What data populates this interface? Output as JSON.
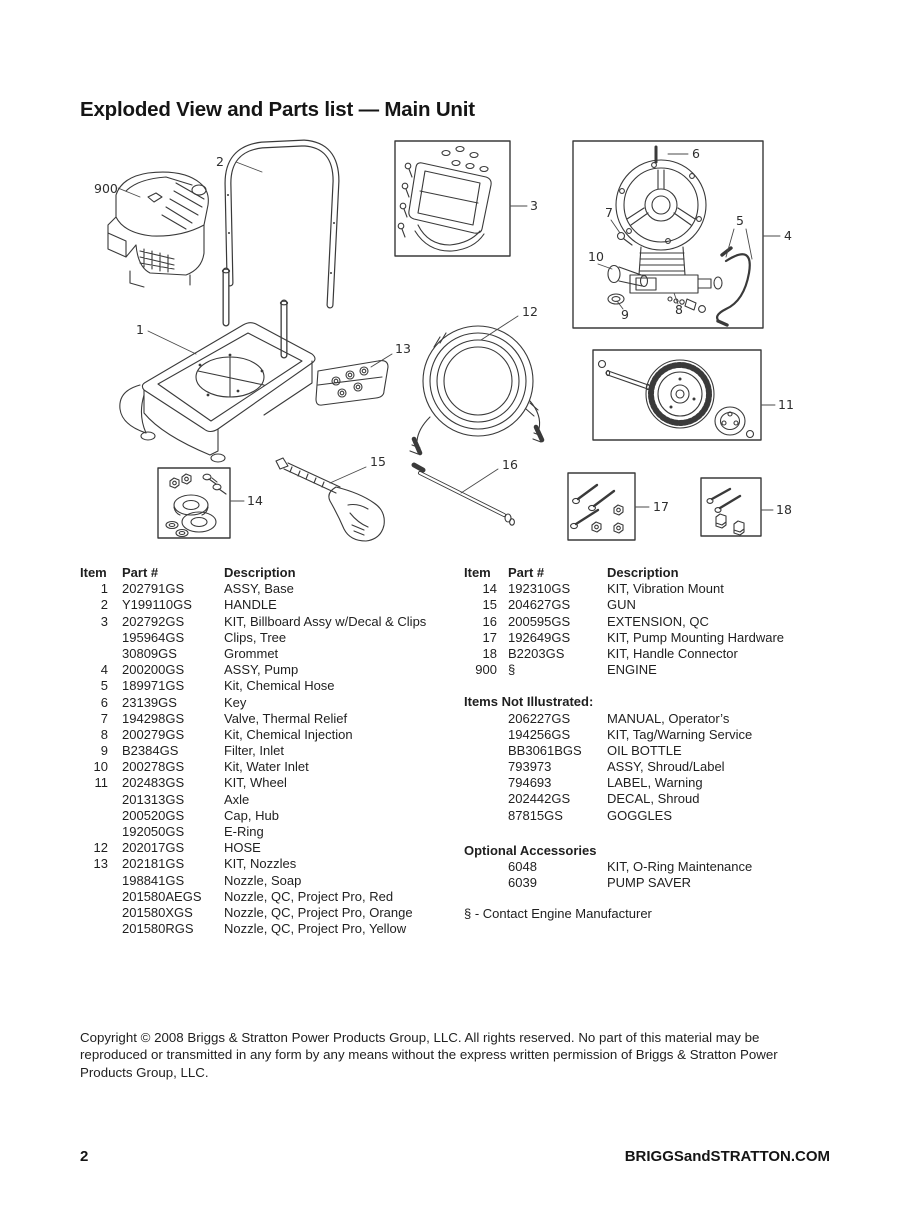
{
  "header": {
    "title": "Exploded View and Parts list — Main Unit"
  },
  "diagram": {
    "callouts": {
      "item1": "1",
      "item2": "2",
      "item3": "3",
      "item4": "4",
      "item5": "5",
      "item6": "6",
      "item7": "7",
      "item8": "8",
      "item9": "9",
      "item10": "10",
      "item11": "11",
      "item12": "12",
      "item13": "13",
      "item14": "14",
      "item15": "15",
      "item16": "16",
      "item17": "17",
      "item18": "18",
      "item900": "900"
    }
  },
  "parts": {
    "columns": {
      "item": "Item",
      "part": "Part #",
      "desc": "Description"
    },
    "left_rows": [
      {
        "item": "1",
        "part": "202791GS",
        "desc": "ASSY, Base"
      },
      {
        "item": "2",
        "part": "Y199110GS",
        "desc": "HANDLE"
      },
      {
        "item": "3",
        "part": "202792GS",
        "desc": "KIT, Billboard Assy w/Decal & Clips"
      },
      {
        "item": "",
        "part": "195964GS",
        "desc": "Clips, Tree"
      },
      {
        "item": "",
        "part": "30809GS",
        "desc": "Grommet"
      },
      {
        "item": "4",
        "part": "200200GS",
        "desc": "ASSY, Pump"
      },
      {
        "item": "5",
        "part": "189971GS",
        "desc": "Kit, Chemical Hose"
      },
      {
        "item": "6",
        "part": "23139GS",
        "desc": "Key"
      },
      {
        "item": "7",
        "part": "194298GS",
        "desc": "Valve, Thermal Relief"
      },
      {
        "item": "8",
        "part": "200279GS",
        "desc": "Kit, Chemical Injection"
      },
      {
        "item": "9",
        "part": "B2384GS",
        "desc": "Filter, Inlet"
      },
      {
        "item": "10",
        "part": "200278GS",
        "desc": "Kit, Water Inlet"
      },
      {
        "item": "11",
        "part": "202483GS",
        "desc": "KIT, Wheel"
      },
      {
        "item": "",
        "part": "201313GS",
        "desc": "Axle"
      },
      {
        "item": "",
        "part": "200520GS",
        "desc": "Cap, Hub"
      },
      {
        "item": "",
        "part": "192050GS",
        "desc": "E-Ring"
      },
      {
        "item": "12",
        "part": "202017GS",
        "desc": "HOSE"
      },
      {
        "item": "13",
        "part": "202181GS",
        "desc": "KIT, Nozzles"
      },
      {
        "item": "",
        "part": "198841GS",
        "desc": "Nozzle, Soap"
      },
      {
        "item": "",
        "part": "201580AEGS",
        "desc": "Nozzle, QC, Project Pro, Red"
      },
      {
        "item": "",
        "part": "201580XGS",
        "desc": "Nozzle, QC, Project Pro, Orange"
      },
      {
        "item": "",
        "part": "201580RGS",
        "desc": "Nozzle, QC, Project Pro, Yellow"
      }
    ],
    "right_rows": [
      {
        "item": "14",
        "part": "192310GS",
        "desc": "KIT, Vibration Mount"
      },
      {
        "item": "15",
        "part": "204627GS",
        "desc": "GUN"
      },
      {
        "item": "16",
        "part": "200595GS",
        "desc": "EXTENSION, QC"
      },
      {
        "item": "17",
        "part": "192649GS",
        "desc": "KIT, Pump Mounting Hardware"
      },
      {
        "item": "18",
        "part": "B2203GS",
        "desc": "KIT, Handle Connector"
      },
      {
        "item": "900",
        "part": "§",
        "desc": "ENGINE"
      }
    ],
    "not_illustrated": {
      "heading": "Items Not Illustrated:",
      "rows": [
        {
          "item": "",
          "part": "206227GS",
          "desc": "MANUAL, Operator’s"
        },
        {
          "item": "",
          "part": "194256GS",
          "desc": "KIT, Tag/Warning Service"
        },
        {
          "item": "",
          "part": "BB3061BGS",
          "desc": "OIL BOTTLE"
        },
        {
          "item": "",
          "part": "793973",
          "desc": "ASSY, Shroud/Label"
        },
        {
          "item": "",
          "part": "794693",
          "desc": "LABEL, Warning"
        },
        {
          "item": "",
          "part": "202442GS",
          "desc": "DECAL, Shroud"
        },
        {
          "item": "",
          "part": "87815GS",
          "desc": "GOGGLES"
        }
      ]
    },
    "optional": {
      "heading": "Optional Accessories",
      "rows": [
        {
          "item": "",
          "part": "6048",
          "desc": "KIT, O-Ring Maintenance"
        },
        {
          "item": "",
          "part": "6039",
          "desc": "PUMP SAVER"
        }
      ]
    },
    "footnote": "§ - Contact Engine Manufacturer"
  },
  "footer": {
    "copyright": "Copyright © 2008 Briggs & Stratton Power Products Group, LLC.  All rights reserved.  No part of this material may be reproduced or transmitted in any form by any means without the express written permission of Briggs & Stratton Power Products Group, LLC.",
    "page_number": "2",
    "website": "BRIGGSandSTRATTON.COM"
  }
}
